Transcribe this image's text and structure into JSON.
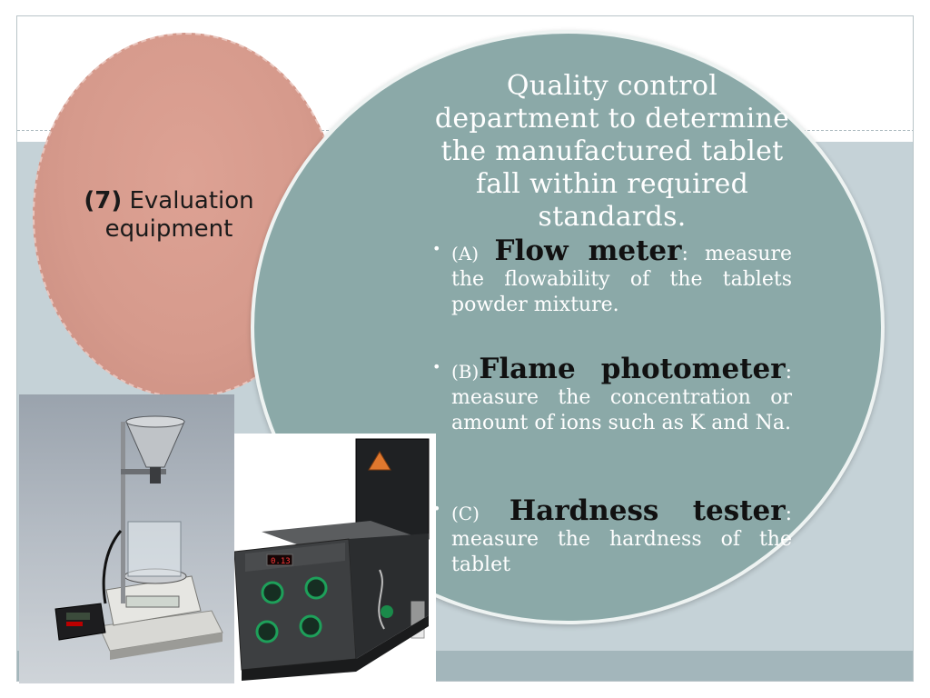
{
  "left": {
    "number": "(7)",
    "label": "Evaluation equipment"
  },
  "heading": "Quality control department to determine the manufactured tablet fall within required standards.",
  "bullets": [
    {
      "letter": "(A) ",
      "term": "Flow meter",
      "desc": ": measure the flowability of the tablets powder mixture."
    },
    {
      "letter": "(B)",
      "term": "Flame photometer",
      "desc": ": measure the concentration or amount of ions such as K and Na."
    },
    {
      "letter": "(C) ",
      "term": "Hardness tester",
      "desc": ": measure the hardness of the tablet"
    }
  ],
  "images": {
    "flow_meter": {
      "description_icon": "flow-meter-photo",
      "display_digits": ""
    },
    "flame_photometer": {
      "description_icon": "flame-photometer-photo",
      "display_reading": "0.13"
    }
  },
  "colors": {
    "band": "#c5d2d7",
    "pink": "#d69a8c",
    "teal": "#8ba9a8",
    "term_text": "#111111",
    "body_text": "#ffffff"
  }
}
